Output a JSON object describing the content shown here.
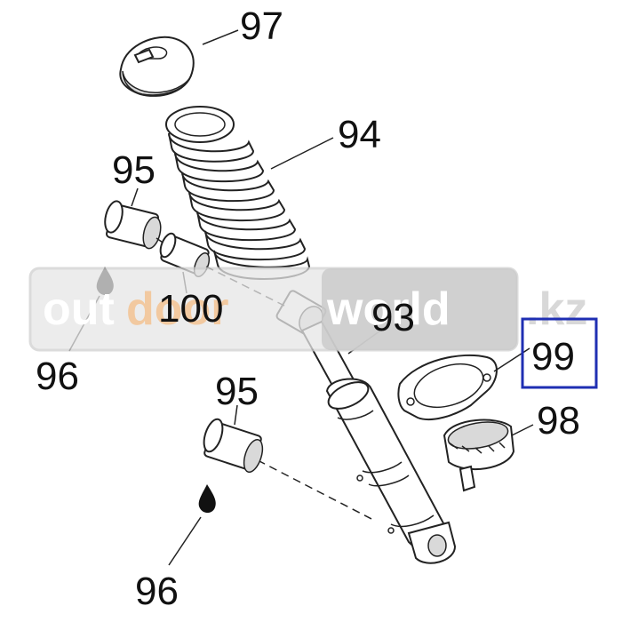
{
  "callouts": {
    "p97": "97",
    "p94": "94",
    "p95_top": "95",
    "p95_bottom": "95",
    "p96_top": "96",
    "p96_bottom": "96",
    "p100": "100",
    "p93": "93",
    "p99": "99",
    "p98": "98"
  },
  "watermark": {
    "part1": "out",
    "part2": "door",
    "part3": "world",
    "part4": ".kz"
  },
  "highlight": {
    "target": "99",
    "color": "#1f2fb3"
  },
  "colors": {
    "line": "#222222",
    "watermark_accent": "#f2c9a0",
    "watermark_text": "#ffffff"
  }
}
